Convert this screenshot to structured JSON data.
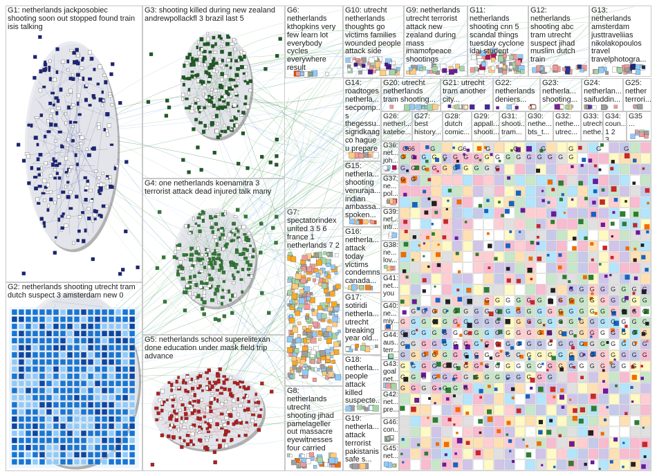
{
  "groups": [
    {
      "id": "G1",
      "label": "G1: netherlands jackposobiec\nshooting soon out stopped found train\nisis talking",
      "color": "#1a237e"
    },
    {
      "id": "G2",
      "label": "G2: netherlands shooting utrecht tram\ndutch suspect 3 amsterdam new 0",
      "color": "#1565c0"
    },
    {
      "id": "G3",
      "label": "G3: shooting killed during new zealand\nandrewpollackfl 3 brazil last 5",
      "color": "#1b5e20"
    },
    {
      "id": "G4",
      "label": "G4: one netherlands koenamitra 3\nterrorist attack dead injured talk many",
      "color": "#2e7d32"
    },
    {
      "id": "G5",
      "label": "G5: netherlands school superelitexan\ndone education under mask field trip\nadvance",
      "color": "#b71c1c"
    },
    {
      "id": "G6",
      "label": "G6:\nnetherlands\nkthopkins very\nfew learn lot\neverybody\ncycles\neverywhere\nresult",
      "color": "#e65100"
    },
    {
      "id": "G7",
      "label": "G7:\nspectatorindex\nunited 3 5 6\nfrance 1\nnetherlands 7 2",
      "color": "#f9a825"
    },
    {
      "id": "G8",
      "label": "G8:\nnetherlands\nutrecht\nshooting jihad\npamelageller\nout massacre\neyewitnesses\nfour carried",
      "color": "#ef6c00"
    },
    {
      "id": "G9",
      "label": "G9: netherlands\nutrecht terrorist\nattack new\nzealand during\nmass\nimamofpeace\nshootings",
      "color": "#6a1b9a"
    },
    {
      "id": "G10",
      "label": "G10: utrecht\nnetherlands\nthoughts go\nvictims families\nwounded people\nattack side",
      "color": "#4a148c"
    },
    {
      "id": "G11",
      "label": "G11: netherlands\nshooting cnn 5\nscandal things\ntuesday cyclone\nidai student",
      "color": "#ad1457"
    },
    {
      "id": "G12",
      "label": "G12:\nnetherlands\nshooting abc\ntram utrecht\nsuspect jihad\nmuslim dutch\ntrain",
      "color": "#283593"
    },
    {
      "id": "G13",
      "label": "G13:\nnetherlands\namsterdam\njusttraveliias\nnikolakopoulos\ntravel\ntravelphotogra...",
      "color": "#1a237e"
    },
    {
      "id": "G14",
      "label": "G14:\nroadtoges\nnetherla...\nsecpomp...\ns\nthegessu...\nsigridkaag\nco hague\nu prepare",
      "color": "#c62828"
    },
    {
      "id": "G15",
      "label": "G15:\nnetherla...\nshooting\nvenuraja...\nindian\nambassa...\nspoken...",
      "color": "#e65100"
    },
    {
      "id": "G16",
      "label": "G16:\nnetherla...\nattack\ntoday\nvictims\ncondemns\ncanada...",
      "color": "#f57f17"
    },
    {
      "id": "G17",
      "label": "G17:\nsotiridi\nnetherla...\nutrecht\nbreaking\nyear old...",
      "color": "#ff8f00"
    },
    {
      "id": "G18",
      "label": "G18:\nnetherla...\npeople\nattack\nkilled\nsuspecte...",
      "color": "#ff6f00"
    },
    {
      "id": "G19",
      "label": "G19:\nnetherla...\nattack\nterrorist\npakistanis\nsafe s...",
      "color": "#e65100"
    },
    {
      "id": "G20",
      "label": "G20: utrecht\nnetherlands\ntram shooting...",
      "color": "#6a1b9a"
    },
    {
      "id": "G21",
      "label": "G21: utrecht\ntram another\ncity...",
      "color": "#4527a0"
    },
    {
      "id": "G22",
      "label": "G22:\nnetherlands\ndeniers...",
      "color": "#6a1b9a"
    },
    {
      "id": "G23",
      "label": "G23:\nnetherla...\nshooting...",
      "color": "#7b1fa2"
    },
    {
      "id": "G24",
      "label": "G24:\nnetherlan...\nsaifuddin...",
      "color": "#5e35b1"
    },
    {
      "id": "G25",
      "label": "G25:\nnether\nterrori...",
      "color": "#4a148c"
    },
    {
      "id": "G26",
      "label": "G26:\nnetherl...\nkatebe...",
      "color": "#ad1457"
    },
    {
      "id": "G27",
      "label": "G27:\nbest\nhistory...",
      "color": "#c2185b"
    },
    {
      "id": "G28",
      "label": "G28:\ndutch\ncomic...",
      "color": "#880e4f"
    },
    {
      "id": "G29",
      "label": "G29:\nappall...\nshooti...",
      "color": "#6a1b9a"
    },
    {
      "id": "G31",
      "label": "G31:\nshooti...\ntram...",
      "color": "#4527a0"
    },
    {
      "id": "G30",
      "label": "G30:\nnethe...\nbts_t...",
      "color": "#283593"
    },
    {
      "id": "G32",
      "label": "G32:\nnethe...\nutrec...",
      "color": "#1565c0"
    },
    {
      "id": "G33",
      "label": "G33:\nutrecht\nnethe...",
      "color": "#0277bd"
    },
    {
      "id": "G34",
      "label": "G34:\ncoun...\n1 2 3...",
      "color": "#00838f"
    },
    {
      "id": "G35",
      "label": "G35\n...",
      "color": "#00695c"
    },
    {
      "id": "G36",
      "label": "G36:\nnet...\njoh...",
      "color": "#ad1457"
    },
    {
      "id": "G37",
      "label": "G37:\nne...\npol...",
      "color": "#c62828"
    },
    {
      "id": "G39",
      "label": "G39:\nnet...\nintr...",
      "color": "#6a1b9a"
    },
    {
      "id": "G38",
      "label": "G38:\nne...\nlov...",
      "color": "#4527a0"
    },
    {
      "id": "G41",
      "label": "G41:\nnet...\nyou",
      "color": "#283593"
    },
    {
      "id": "G40",
      "label": "G40:\nne...\nmiy...",
      "color": "#1565c0"
    },
    {
      "id": "G44",
      "label": "G44:\naus...\nterr...",
      "color": "#00838f"
    },
    {
      "id": "G43",
      "label": "G43:\ngoal\nnet...",
      "color": "#2e7d32"
    },
    {
      "id": "G42",
      "label": "G42:\nnet...\npre...",
      "color": "#558b2f"
    },
    {
      "id": "G46",
      "label": "G46:\ncon...",
      "color": "#9e9d24"
    },
    {
      "id": "G45",
      "label": "G45:\nnet...",
      "color": "#f9a825"
    }
  ],
  "mini_cell_tags": {
    "row_a": [
      "G66",
      "G",
      "G6",
      "G",
      "G",
      "G",
      "G",
      "G",
      "G"
    ],
    "letter": "G"
  }
}
